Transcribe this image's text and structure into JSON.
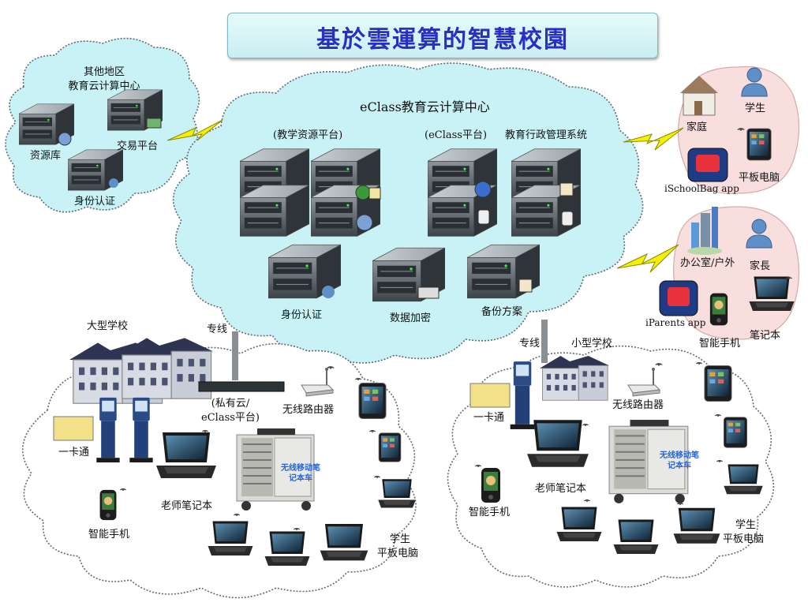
{
  "title": "基於雲運算的智慧校園",
  "colors": {
    "cloud": "#c8f2f6",
    "title_text": "#2b2fbf",
    "bolt": "#f4f000",
    "pink": "#f9dede"
  },
  "labels": {
    "other_region_1": "其他地区",
    "other_region_2": "教育云计算中心",
    "resource_lib": "资源库",
    "trading_platform": "交易平台",
    "identity_auth_small": "身份认证",
    "center_title": "eClass教育云计算中心",
    "teaching_platform": "(教学资源平台)",
    "eclass_platform": "(eClass平台)",
    "admin_system": "教育行政管理系统",
    "identity_auth": "身份认证",
    "data_encryption": "数据加密",
    "backup_plan": "备份方案",
    "home": "家庭",
    "student_top": "学生",
    "tablet_top": "平板电脑",
    "ischoolbag": "iSchoolBag app",
    "office_outdoor": "办公室/户外",
    "parent": "家長",
    "iparents": "iParents app",
    "smartphone_right": "智能手机",
    "laptop_right": "笔记本",
    "large_school": "大型学校",
    "leased_line_left": "专线",
    "private_cloud_1": "(私有云/",
    "private_cloud_2": "eClass平台)",
    "router_left": "无线路由器",
    "card_left": "一卡通",
    "teacher_laptop_left": "老师笔记本",
    "smartphone_left": "智能手机",
    "cart_left_1": "无线移动笔",
    "cart_left_2": "记本车",
    "student_left": "学生",
    "tablet_left": "平板电脑",
    "leased_line_right": "专线",
    "small_school": "小型学校",
    "router_right": "无线路由器",
    "card_right": "一卡通",
    "smartphone_small": "智能手机",
    "teacher_laptop_right": "老师笔记本",
    "cart_right_1": "无线移动笔",
    "cart_right_2": "记本车",
    "student_right": "学生",
    "tablet_right": "平板电脑"
  },
  "icons": [
    "server-icon",
    "globe-icon",
    "database-icon",
    "document-icon",
    "user-icon",
    "card-reader-icon",
    "house-icon",
    "office-building-icon",
    "person-icon",
    "ischoolbag-app-icon",
    "iparents-app-icon",
    "tablet-icon",
    "laptop-icon",
    "smartphone-icon",
    "kiosk-icon",
    "school-building-icon",
    "network-switch-icon",
    "wireless-router-icon",
    "laptop-cart-icon",
    "lightning-bolt-icon",
    "money-icon"
  ]
}
